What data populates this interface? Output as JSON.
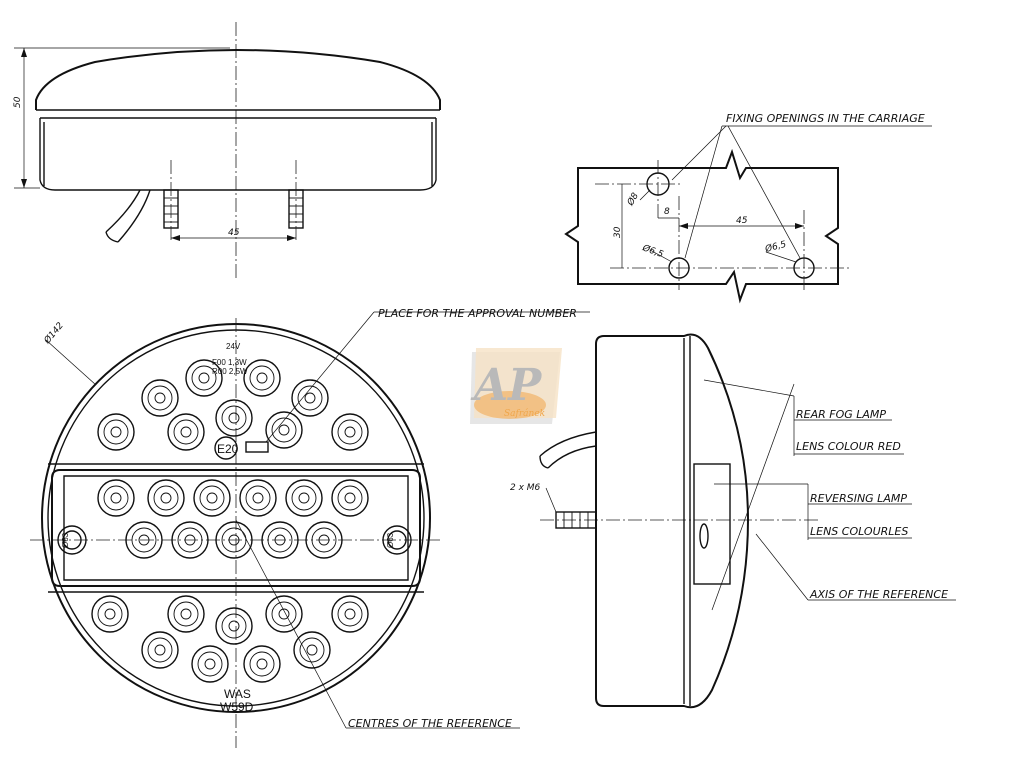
{
  "labels": {
    "fixing_openings": "FIXING OPENINGS IN THE CARRIAGE",
    "approval_place": "PLACE FOR THE APPROVAL NUMBER",
    "rear_fog": "REAR FOG LAMP",
    "lens_red": "LENS COLOUR RED",
    "reversing": "REVERSING LAMP",
    "lens_colourless": "LENS COLOURLES",
    "axis_ref": "AXIS OF THE REFERENCE",
    "centres_ref": "CENTRES OF THE REFERENCE",
    "bolt_spec": "2 x M6"
  },
  "dimensions": {
    "height": "50",
    "stud_spacing_top": "45",
    "hole_dia_top": "Ø8",
    "offset_8": "8",
    "spacing_45": "45",
    "vertical_30": "30",
    "hole_left": "Ø6,5",
    "hole_right": "Ø6,5",
    "diameter": "Ø142"
  },
  "lamp_face": {
    "voltage": "24V",
    "fog_rating": "F00 1,3W",
    "rev_rating": "R00 2,5W",
    "approval_mark": "E20",
    "maker": "WAS",
    "model": "W59D",
    "stud_left": "Ø63",
    "stud_right": "Ø63"
  },
  "logo": {
    "letters": "AP",
    "subtitle": "Safránek",
    "color_orange": "#f0a64a",
    "color_shadow": "#b9b9b9"
  }
}
